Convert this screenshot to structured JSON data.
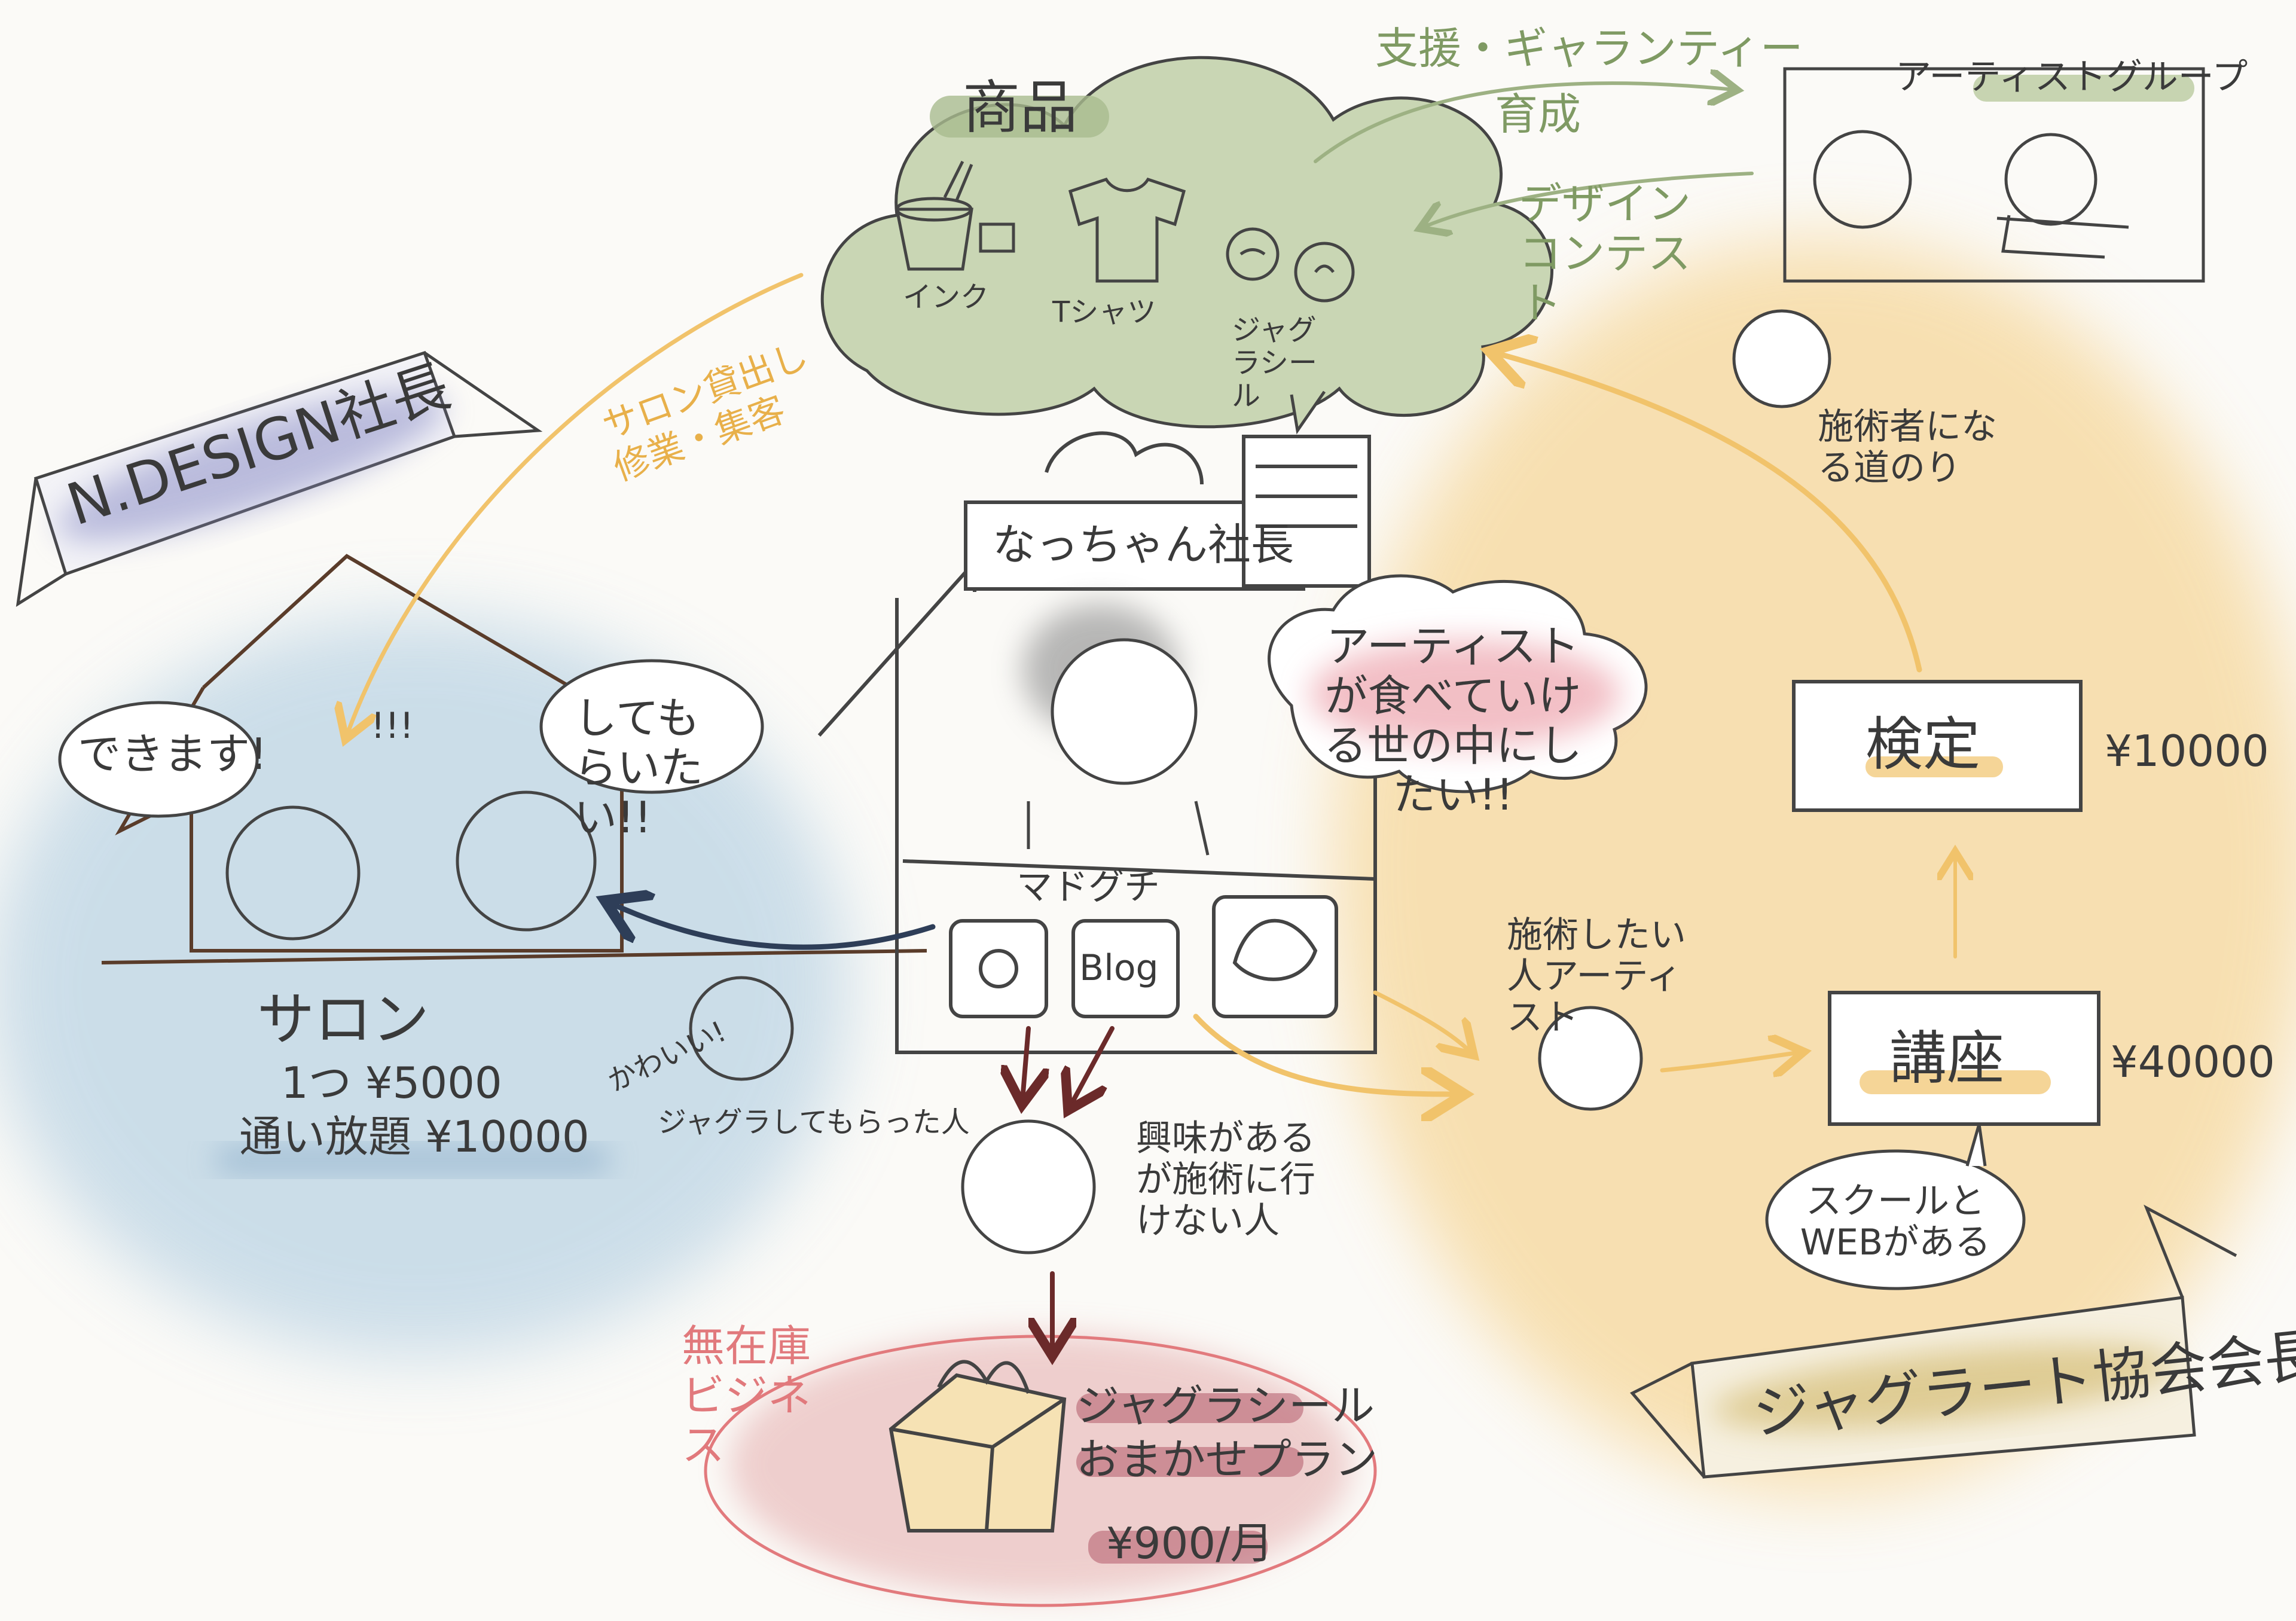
{
  "banners": {
    "n_design": "N.DESIGN社長",
    "association": "ジャグラート協会会長"
  },
  "products": {
    "title": "商品",
    "ink": "インク",
    "tshirt": "Tシャツ",
    "sticker": "ジャグラシール"
  },
  "flows": {
    "support": "支援・ギャランティー",
    "nurture": "育成",
    "design_contest": "デザインコンテスト",
    "salon_rent": "サロン貸出し",
    "salon_rent_2": "修業・集客"
  },
  "artist_group": {
    "title": "アーティストグループ"
  },
  "shop": {
    "name": "なっちゃん社長",
    "window": "マドグチ",
    "speech": "アーティストが食べていける世の中にしたい!!",
    "blog": "Blog"
  },
  "salon": {
    "title": "サロン",
    "price1": "1つ ¥5000",
    "price2": "通い放題 ¥10000",
    "speech_can": "できます!",
    "speech_want": "してもらいたい!!",
    "cute": "かわいい!",
    "jagura_person": "ジャグラしてもらった人",
    "marks": "!!!"
  },
  "right": {
    "road": "施術者になる道のり",
    "exam": "検定",
    "exam_price": "¥10000",
    "course": "講座",
    "course_price": "¥40000",
    "artist_want": "施術したい人アーティスト",
    "school": "スクールとWEBがある"
  },
  "bottom": {
    "interested": "興味があるが施術に行けない人",
    "plan_line1": "ジャグラシール",
    "plan_line2": "おまかせプラン",
    "plan_price": "¥900/月",
    "no_stock": "無在庫ビジネス"
  }
}
